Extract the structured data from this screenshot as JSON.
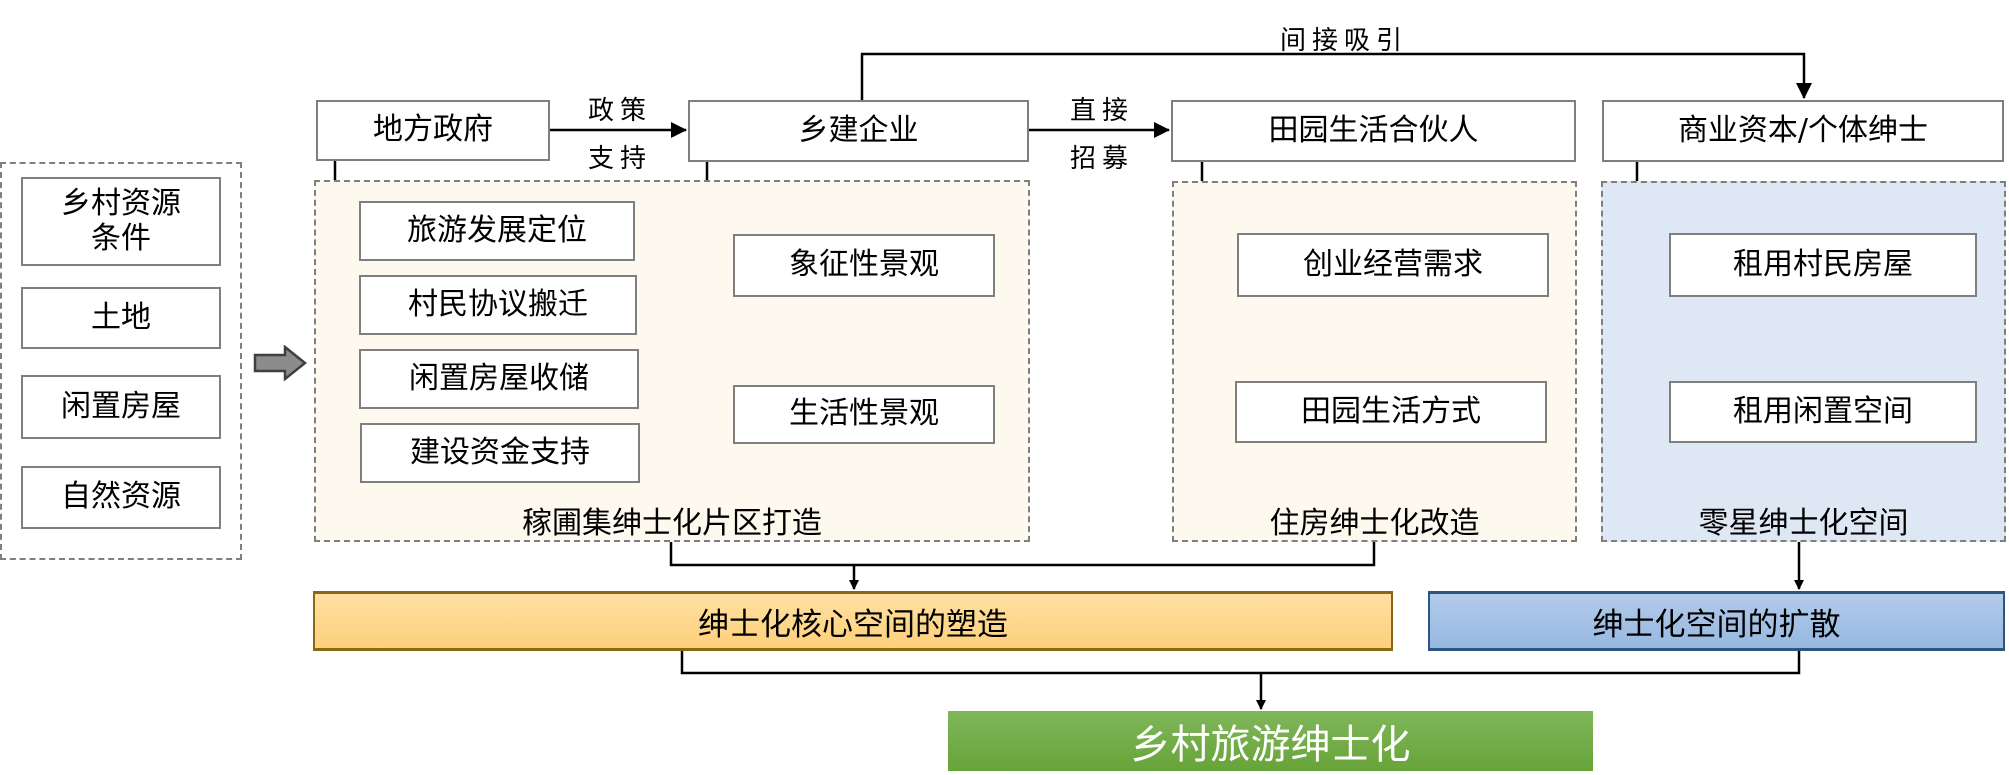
{
  "resources": {
    "items": [
      "乡村资源\n条件",
      "土地",
      "闲置房屋",
      "自然资源"
    ]
  },
  "actors": {
    "government": "地方政府",
    "enterprise": "乡建企业",
    "partners": "田园生活合伙人",
    "capital": "商业资本/个体绅士"
  },
  "edges": {
    "policy_support_top": "政策",
    "policy_support_bottom": "支持",
    "direct_recruit_top": "直接",
    "direct_recruit_bottom": "招募",
    "indirect_attract": "间接吸引"
  },
  "government_actions": [
    "旅游发展定位",
    "村民协议搬迁",
    "闲置房屋收储",
    "建设资金支持"
  ],
  "enterprise_actions": [
    "象征性景观",
    "生活性景观"
  ],
  "partner_actions": [
    "创业经营需求",
    "田园生活方式"
  ],
  "capital_actions": [
    "租用村民房屋",
    "租用闲置空间"
  ],
  "regions": {
    "district": "稼圃集绅士化片区打造",
    "housing": "住房绅士化改造",
    "scattered": "零星绅士化空间"
  },
  "outcomes": {
    "core": "绅士化核心空间的塑造",
    "diffusion": "绅士化空间的扩散",
    "final": "乡村旅游绅士化"
  },
  "colors": {
    "core_fill": "#fdd07a",
    "diffusion_fill": "#97b8e1",
    "final_fill": "#6aa73d",
    "cream_region": "#fdf9ee",
    "blue_region": "#dee8f4"
  }
}
